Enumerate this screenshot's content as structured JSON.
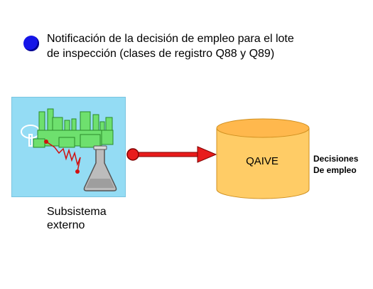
{
  "header": {
    "bullet_color": "#1515e8",
    "line1": "Notificación de la decisión de empleo para el lote",
    "line2": "de inspección (clases de registro Q88 y Q89)"
  },
  "external_system": {
    "label_line1": "Subsistema",
    "label_line2": "externo",
    "background": "#94dcf4"
  },
  "connector": {
    "color": "#e81c1c"
  },
  "database": {
    "label": "QAIVE",
    "fill": "#ffcc66"
  },
  "decisions": {
    "line1": "Decisiones",
    "line2": "De empleo"
  }
}
